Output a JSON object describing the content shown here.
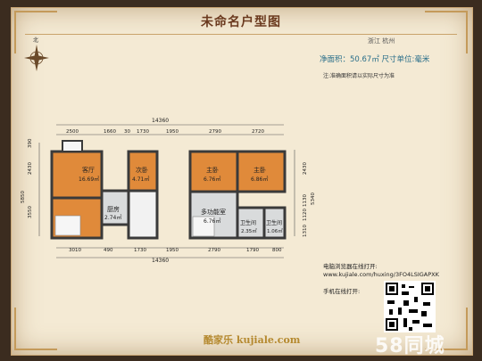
{
  "header": {
    "title": "未命名户型图",
    "city": "浙江 杭州"
  },
  "info": {
    "area_text": "净面积：50.67㎡   尺寸单位:毫米",
    "note": "注:准确面积请以实际尺寸为准"
  },
  "compass": {
    "north_label": "北"
  },
  "dimensions": {
    "top_total": "14360",
    "top": [
      "2500",
      "1660",
      "30",
      "1730",
      "1950",
      "2790",
      "2720"
    ],
    "bottom_total": "14360",
    "bottom": [
      "3010",
      "490",
      "1730",
      "1950",
      "2790",
      "1790",
      "800"
    ],
    "left": [
      "390",
      "2430",
      "5850",
      "3550"
    ],
    "right": [
      "2430",
      "1130",
      "1120",
      "1310",
      "5340"
    ]
  },
  "rooms": [
    {
      "name": "客厅",
      "area": "16.69㎡"
    },
    {
      "name": "次卧",
      "area": "4.71㎡"
    },
    {
      "name": "厨房",
      "area": "2.74㎡"
    },
    {
      "name": "主卧",
      "area": "6.76㎡"
    },
    {
      "name": "主卧",
      "area": "6.86㎡"
    },
    {
      "name": "多功能室",
      "area": "6.76㎡"
    },
    {
      "name": "卫生间",
      "area": "2.35㎡"
    },
    {
      "name": "卫生间",
      "area": "1.06㎡"
    }
  ],
  "footer": {
    "web_label": "电脑浏览器在线打开:",
    "web_url": "www.kujiale.com/huxing/3FO4LSIGAPXK",
    "mobile_label": "手机在线打开:",
    "logo": "酷家乐 kujiale.com",
    "watermark": "58同城"
  },
  "colors": {
    "floor": "#e08a3a",
    "tile": "#d9dbdc",
    "wall": "#3a3a3a",
    "title": "#6b3a1f"
  }
}
